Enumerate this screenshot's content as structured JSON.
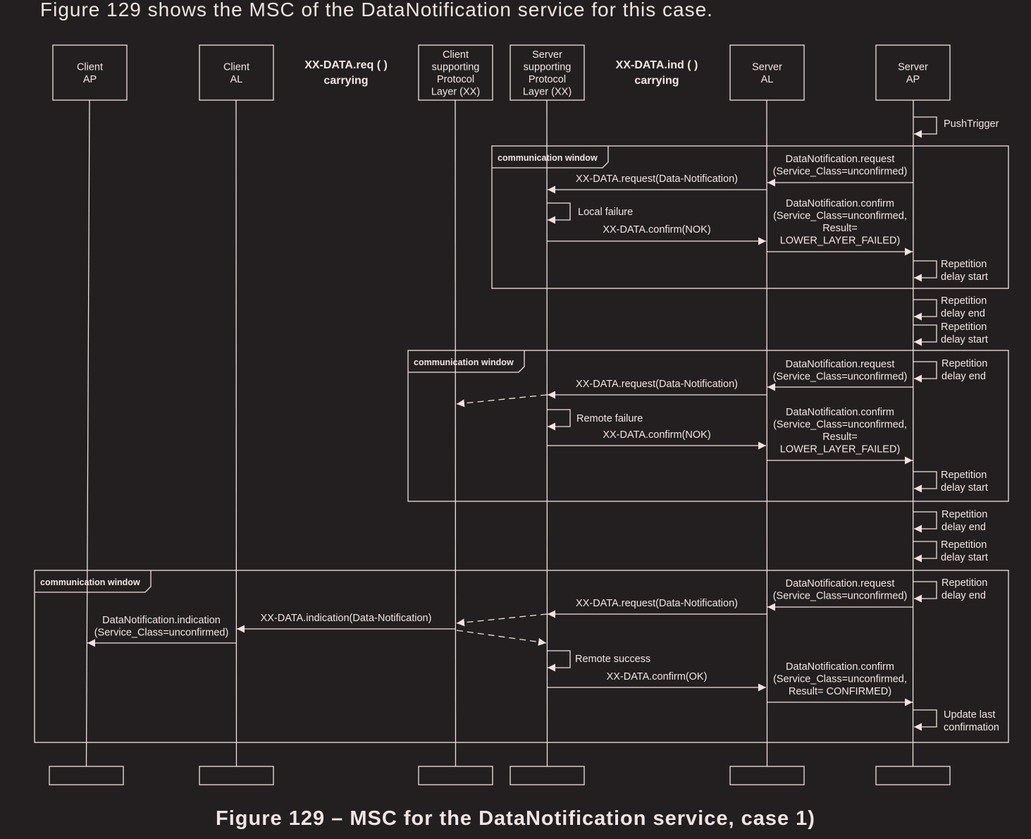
{
  "intro": "Figure 129 shows the MSC of the DataNotification service for this case.",
  "caption": "Figure 129 – MSC for the DataNotification service, case 1)",
  "colors": {
    "background": "#231f20",
    "foreground": "#f3e1e1"
  },
  "lifelines": [
    {
      "id": "client-ap",
      "lines": [
        "Client",
        "AP"
      ]
    },
    {
      "id": "client-al",
      "lines": [
        "Client",
        "AL"
      ]
    },
    {
      "id": "client-pl",
      "lines": [
        "Client",
        "supporting",
        "Protocol",
        "Layer (XX)"
      ]
    },
    {
      "id": "server-pl",
      "lines": [
        "Server",
        "supporting",
        "Protocol",
        "Layer (XX)"
      ]
    },
    {
      "id": "server-al",
      "lines": [
        "Server",
        "AL"
      ]
    },
    {
      "id": "server-ap",
      "lines": [
        "Server",
        "AP"
      ]
    }
  ],
  "headers": [
    {
      "lines": [
        "XX-DATA.req ( )",
        "carrying"
      ]
    },
    {
      "lines": [
        "XX-DATA.ind ( )",
        "carrying"
      ]
    }
  ],
  "window_label": "communication window",
  "self_messages": [
    {
      "lines": [
        "PushTrigger"
      ]
    },
    {
      "lines": [
        "Local failure"
      ]
    },
    {
      "lines": [
        "Repetition",
        "delay start"
      ]
    },
    {
      "lines": [
        "Repetition",
        "delay end"
      ]
    },
    {
      "lines": [
        "Repetition",
        "delay start"
      ]
    },
    {
      "lines": [
        "Repetition",
        "delay end"
      ]
    },
    {
      "lines": [
        "Remote failure"
      ]
    },
    {
      "lines": [
        "Repetition",
        "delay start"
      ]
    },
    {
      "lines": [
        "Repetition",
        "delay end"
      ]
    },
    {
      "lines": [
        "Repetition",
        "delay start"
      ]
    },
    {
      "lines": [
        "Repetition",
        "delay end"
      ]
    },
    {
      "lines": [
        "Remote success"
      ]
    },
    {
      "lines": [
        "Update last",
        "confirmation"
      ]
    }
  ],
  "messages": [
    {
      "lines": [
        "DataNotification.request",
        "(Service_Class=unconfirmed)"
      ]
    },
    {
      "lines": [
        "XX-DATA.request(Data-Notification)"
      ]
    },
    {
      "lines": [
        "XX-DATA.confirm(NOK)"
      ]
    },
    {
      "lines": [
        "DataNotification.confirm",
        "(Service_Class=unconfirmed,",
        "Result=",
        "LOWER_LAYER_FAILED)"
      ]
    },
    {
      "lines": [
        "DataNotification.request",
        "(Service_Class=unconfirmed)"
      ]
    },
    {
      "lines": [
        "XX-DATA.request(Data-Notification)"
      ]
    },
    {
      "lines": [
        "XX-DATA.confirm(NOK)"
      ]
    },
    {
      "lines": [
        "DataNotification.confirm",
        "(Service_Class=unconfirmed,",
        "Result=",
        "LOWER_LAYER_FAILED)"
      ]
    },
    {
      "lines": [
        "DataNotification.request",
        "(Service_Class=unconfirmed)"
      ]
    },
    {
      "lines": [
        "XX-DATA.request(Data-Notification)"
      ]
    },
    {
      "lines": [
        "XX-DATA.indication(Data-Notification)"
      ]
    },
    {
      "lines": [
        "DataNotification.indication",
        "(Service_Class=unconfirmed)"
      ]
    },
    {
      "lines": [
        "XX-DATA.confirm(OK)"
      ]
    },
    {
      "lines": [
        "DataNotification.confirm",
        "(Service_Class=unconfirmed,",
        "Result= CONFIRMED)"
      ]
    }
  ]
}
